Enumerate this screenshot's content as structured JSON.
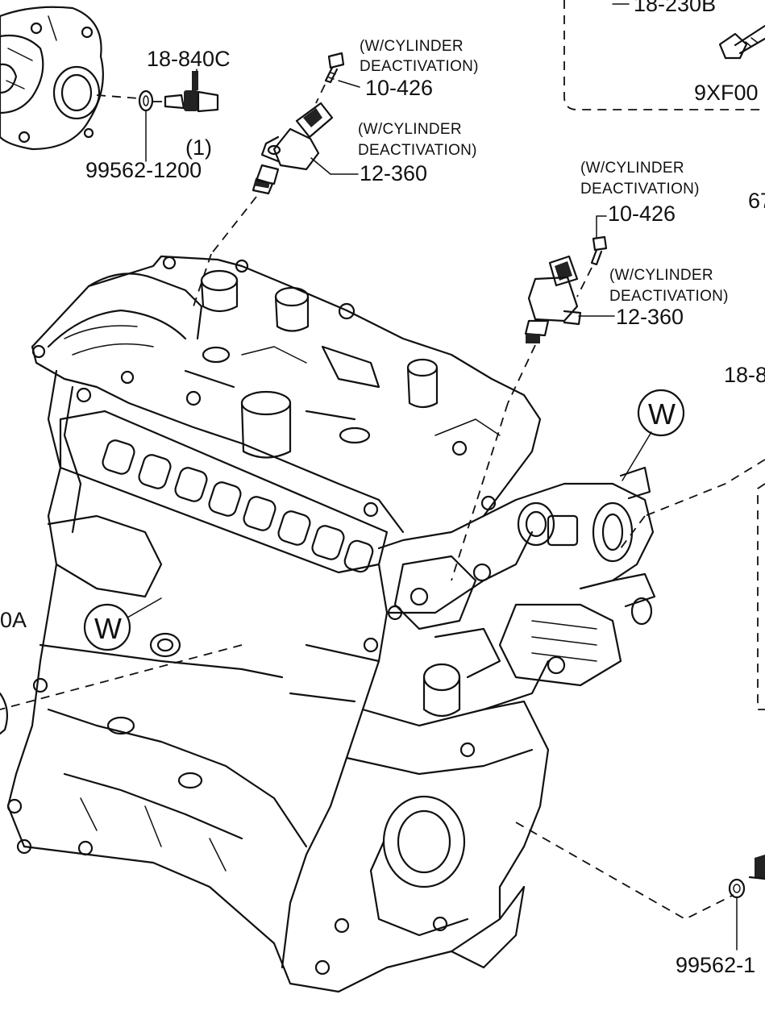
{
  "callouts": {
    "c1": "18-840C",
    "c2": "99562-1200",
    "c2_qty": "(1)",
    "c3_note_l1": "(W/CYLINDER",
    "c3_note_l2": "DEACTIVATION)",
    "c3": "10-426",
    "c4_note_l1": "(W/CYLINDER",
    "c4_note_l2": "DEACTIVATION)",
    "c4": "12-360",
    "c5_note_l1": "(W/CYLINDER",
    "c5_note_l2": "DEACTIVATION)",
    "c5": "10-426",
    "c6_note_l1": "(W/CYLINDER",
    "c6_note_l2": "DEACTIVATION)",
    "c6": "12-360",
    "c7": "18-230B",
    "c8": "9XF00",
    "c9": "67",
    "c10": "18-8",
    "c11": "0A",
    "c12": "99562-1"
  },
  "markers": {
    "w1": "W",
    "w2": "W"
  }
}
